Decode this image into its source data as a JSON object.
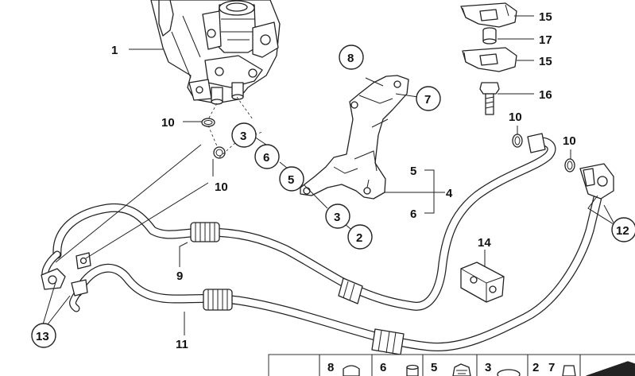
{
  "callouts": [
    {
      "id": "1",
      "text": "1"
    },
    {
      "id": "2",
      "text": "2"
    },
    {
      "id": "3a",
      "text": "3"
    },
    {
      "id": "3b",
      "text": "3"
    },
    {
      "id": "4",
      "text": "4"
    },
    {
      "id": "5a",
      "text": "5"
    },
    {
      "id": "5b",
      "text": "5"
    },
    {
      "id": "6a",
      "text": "6"
    },
    {
      "id": "6b",
      "text": "6"
    },
    {
      "id": "7",
      "text": "7"
    },
    {
      "id": "8",
      "text": "8"
    },
    {
      "id": "9",
      "text": "9"
    },
    {
      "id": "10a",
      "text": "10"
    },
    {
      "id": "10b",
      "text": "10"
    },
    {
      "id": "10c",
      "text": "10"
    },
    {
      "id": "10d",
      "text": "10"
    },
    {
      "id": "11",
      "text": "11"
    },
    {
      "id": "12",
      "text": "12"
    },
    {
      "id": "13",
      "text": "13"
    },
    {
      "id": "14",
      "text": "14"
    },
    {
      "id": "15a",
      "text": "15"
    },
    {
      "id": "15b",
      "text": "15"
    },
    {
      "id": "16",
      "text": "16"
    },
    {
      "id": "17",
      "text": "17"
    }
  ],
  "parts_strip": [
    {
      "text": "8"
    },
    {
      "text": "6"
    },
    {
      "text": "5"
    },
    {
      "text": "3"
    },
    {
      "text": "2"
    },
    {
      "text": "7"
    }
  ]
}
